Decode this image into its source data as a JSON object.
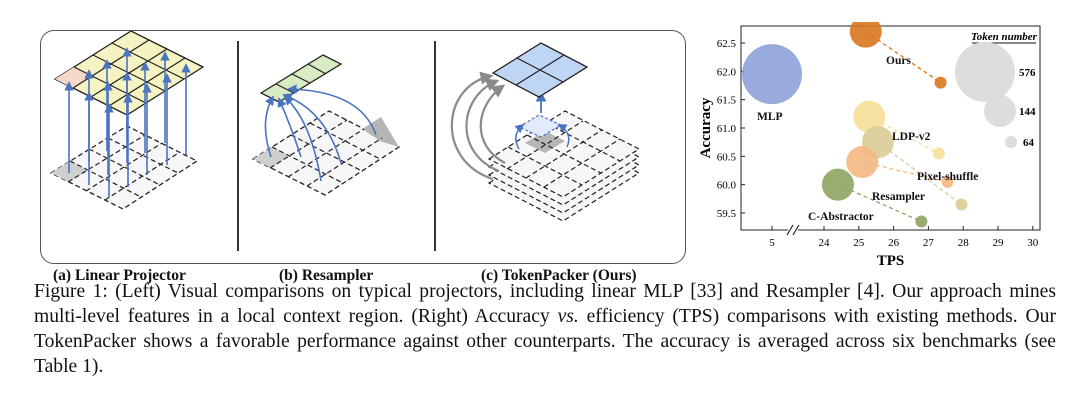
{
  "figure": {
    "panels": [
      {
        "label": "(a) Linear Projector"
      },
      {
        "label": "(b) Resampler"
      },
      {
        "label": "(c) TokenPacker (Ours)"
      }
    ]
  },
  "caption": {
    "prefix": "Figure 1: (Left) Visual comparisons on typical projectors, including linear MLP [33] and Resampler [4]. Our approach mines multi-level features in a local context region. (Right) Accuracy ",
    "italic": "vs.",
    "suffix": " efficiency (TPS) comparisons with existing methods. Our TokenPacker shows a favorable performance against other counterparts. The accuracy is averaged across six benchmarks (see Table 1)."
  },
  "chart_data": {
    "type": "scatter",
    "xlabel": "TPS",
    "ylabel": "Accuracy",
    "x_ticks": [
      "5",
      "24",
      "25",
      "26",
      "27",
      "28",
      "29",
      "30"
    ],
    "y_ticks": [
      "59.5",
      "60.0",
      "60.5",
      "61.0",
      "61.5",
      "62.0",
      "62.5"
    ],
    "ylim": [
      59.2,
      62.8
    ],
    "axis_break": "between 5 and 24",
    "legend": {
      "title": "Token number",
      "entries": [
        {
          "label": "576",
          "tokens": 576
        },
        {
          "label": "144",
          "tokens": 144
        },
        {
          "label": "64",
          "tokens": 64
        }
      ],
      "placement": "top-right"
    },
    "series": [
      {
        "name": "MLP",
        "color": "#8ea2d8",
        "points": [
          {
            "tps": 5,
            "accuracy": 61.95,
            "tokens": 576
          }
        ]
      },
      {
        "name": "Ours",
        "color": "#d9761e",
        "points": [
          {
            "tps": 25.2,
            "accuracy": 62.7,
            "tokens": 144
          },
          {
            "tps": 27.35,
            "accuracy": 61.8,
            "tokens": 64
          }
        ]
      },
      {
        "name": "LDP-v2",
        "color": "#f7df98",
        "points": [
          {
            "tps": 25.3,
            "accuracy": 61.2,
            "tokens": 144
          },
          {
            "tps": 27.3,
            "accuracy": 60.55,
            "tokens": 64
          }
        ]
      },
      {
        "name": "Pixel-shuffle",
        "color": "#d9cc96",
        "points": [
          {
            "tps": 25.55,
            "accuracy": 60.75,
            "tokens": 144
          },
          {
            "tps": 27.95,
            "accuracy": 59.65,
            "tokens": 64
          }
        ]
      },
      {
        "name": "Resampler",
        "color": "#f3b880",
        "points": [
          {
            "tps": 25.1,
            "accuracy": 60.4,
            "tokens": 144
          },
          {
            "tps": 27.55,
            "accuracy": 60.05,
            "tokens": 64
          }
        ]
      },
      {
        "name": "C-Abstractor",
        "color": "#8fa460",
        "points": [
          {
            "tps": 24.4,
            "accuracy": 60.0,
            "tokens": 144
          },
          {
            "tps": 26.8,
            "accuracy": 59.35,
            "tokens": 64
          }
        ]
      }
    ],
    "label_color": "#111111"
  }
}
